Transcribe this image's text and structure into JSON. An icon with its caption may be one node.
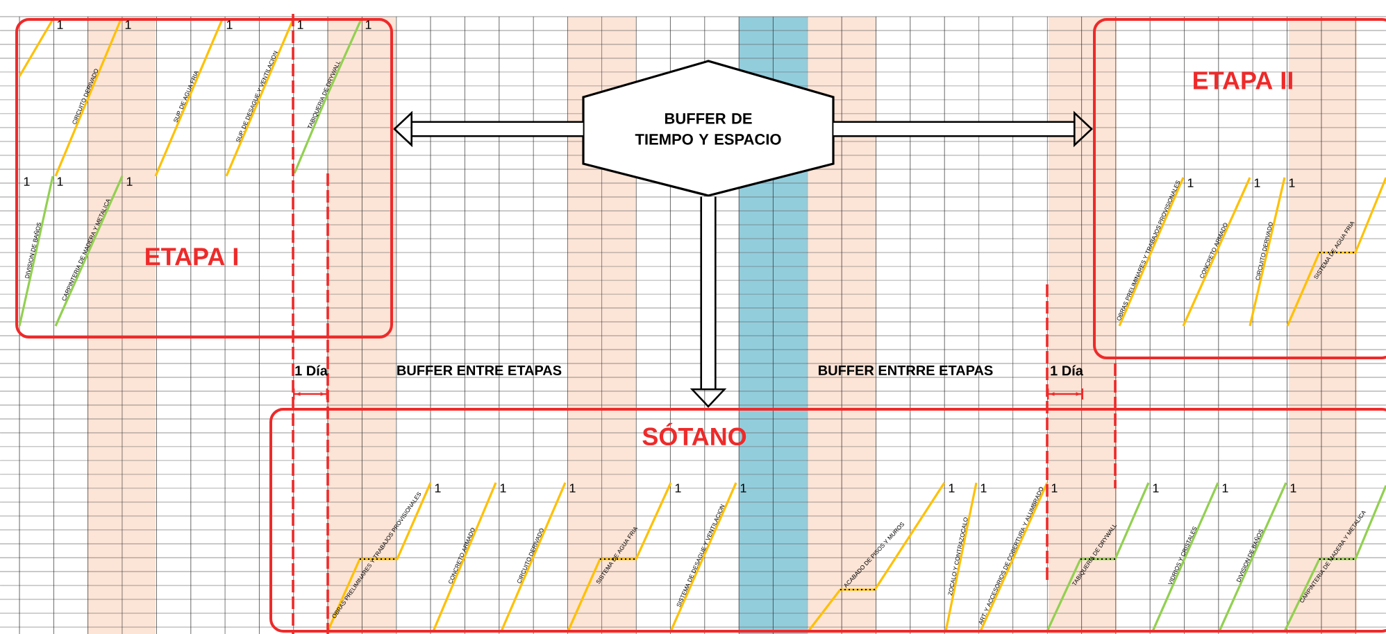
{
  "diagram": {
    "nodes": [
      {
        "text": [
          "ETAPA I"
        ]
      },
      {
        "text": [
          "ETAPA II"
        ]
      },
      {
        "text": [
          "SÓTANO"
        ]
      },
      {
        "text": [
          "BUFFER DE TIEMPO Y ESPACIO"
        ]
      }
    ],
    "edges": [
      {
        "from": 3,
        "to": 0,
        "arrow": "to"
      },
      {
        "from": 3,
        "to": 1,
        "arrow": "to"
      },
      {
        "from": 3,
        "to": 2,
        "arrow": "to"
      }
    ],
    "labels": [
      "1",
      "1",
      "1",
      "1",
      "1",
      "CIRCUITO DERIVADO",
      "SUP. DE AGUA FRIA",
      "SUP. DE DESAGUE Y VENTILACION",
      "TABIQUERIA DE DRYWALL",
      "1",
      "1",
      "1",
      "DIVISION DE BAÑOS",
      "CARPINTERIA DE MADERA Y METALICA",
      "1",
      "1",
      "1",
      "OBRAS PRELIMINARES Y TRABAJOS PROVISIONALES",
      "CONCRETO ARMADO",
      "CIRCUITO DERIVADO",
      "SISTEMA DE AGUA FRIA",
      "1 Día",
      "BUFFER ENTRE ETAPAS",
      "BUFFER ENTRRE ETAPAS",
      "1 Día",
      "1",
      "1",
      "1",
      "1",
      "1",
      "1",
      "1",
      "1",
      "1",
      "1",
      "1",
      "OBRAS PRELIMINARES Y TRABAJOS PROVISIONALES",
      "CONCRETO ARMADO",
      "CIRCUITO DERIVADO",
      "SISTEMA DE AGUA FRIA",
      "SISTEMA DE DESAGUE Y VENTILACION",
      "ACABADO DE PISOS Y MUROS",
      "ZOCALO Y CONTRAZOCALO",
      "ART. Y ACCESORIOS DE COBERTURA Y ALUMBRADO",
      "TABIQUERIA DE DRYWALL",
      "VIDRIOS Y CRISTALES",
      "DIVISION DE BAÑOS",
      "CARPINTERIA DE MADERA Y METALICA"
    ]
  }
}
